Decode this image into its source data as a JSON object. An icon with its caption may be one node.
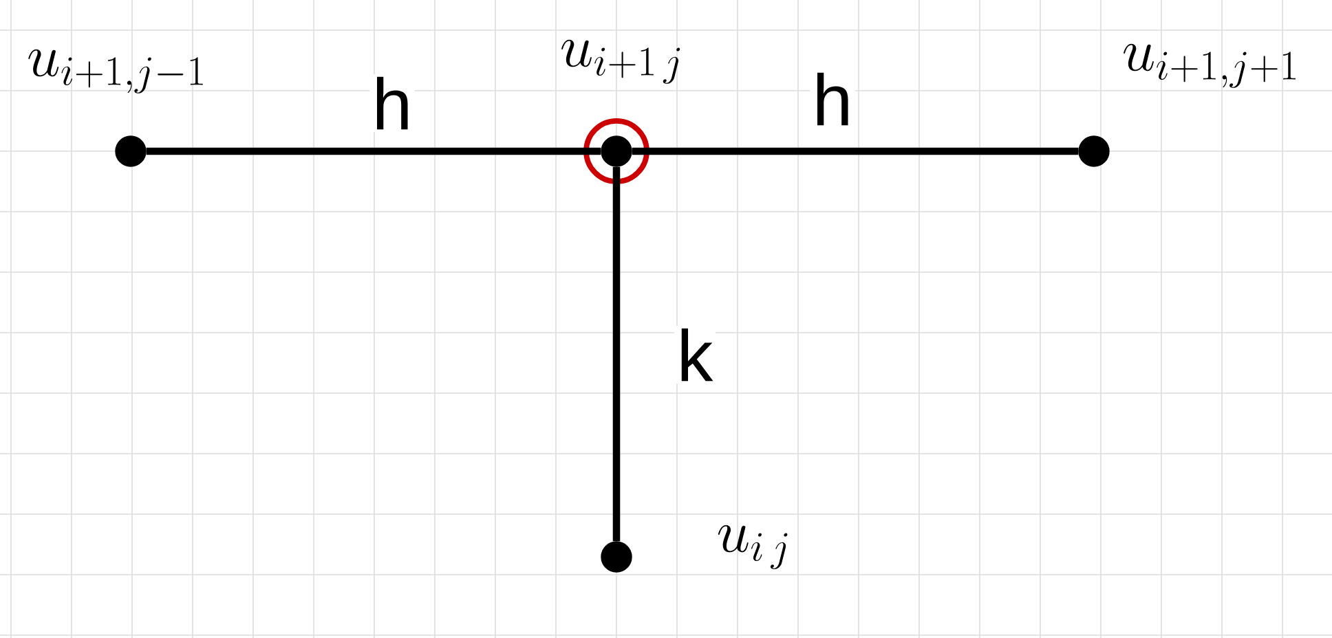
{
  "diagram": {
    "nodes": [
      {
        "text": [],
        "shape": "circle",
        "beside": [
          "u_{i+1, j-1}"
        ]
      },
      {
        "text": [],
        "shape": "circle",
        "beside": [
          "u_{i+1\\, j}"
        ]
      },
      {
        "text": [],
        "shape": "circle",
        "beside": [
          "u_{i+1, j+1}"
        ]
      },
      {
        "text": [],
        "shape": "circle",
        "beside": [
          "u_{i\\, j}"
        ]
      }
    ],
    "edges": [
      {
        "from": 0,
        "to": 1,
        "arrow": "none",
        "label": "h"
      },
      {
        "from": 1,
        "to": 2,
        "arrow": "none",
        "label": "h"
      },
      {
        "from": 1,
        "to": 3,
        "arrow": "none",
        "label": "k"
      }
    ]
  }
}
